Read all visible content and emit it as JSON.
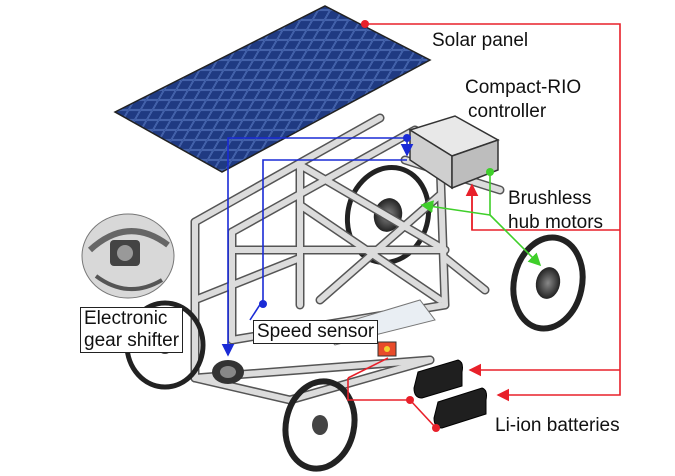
{
  "labels": {
    "solar_panel": "Solar panel",
    "controller_line1": "Compact-RIO",
    "controller_line2": "controller",
    "motors_line1": "Brushless",
    "motors_line2": "hub motors",
    "shifter_line1": "Electronic",
    "shifter_line2": "gear shifter",
    "speed_sensor": "Speed sensor",
    "batteries": "Li-ion batteries"
  },
  "colors": {
    "power_wiring": "#e8202a",
    "signal_wiring": "#1a2bd6",
    "motor_wiring": "#3fcf2a",
    "panel_cell": "#1f3f8f",
    "frame": "#cfcfcf",
    "frame_edge": "#555555"
  }
}
